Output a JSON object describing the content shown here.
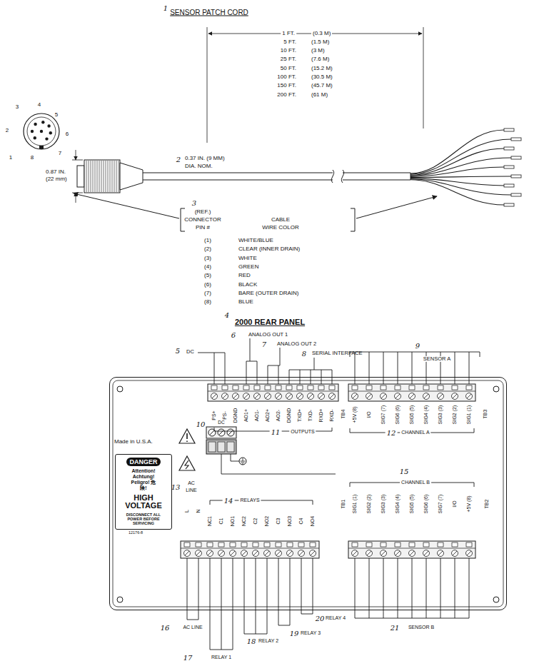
{
  "diagram": {
    "title": "SENSOR PATCH CORD",
    "nodes": [
      {
        "text": [
          "Made in U.S.A."
        ]
      },
      {
        "text": [
          "DANGER",
          "Attention! Achtung! Peligro! 危険!",
          "HIGH VOLTAGE",
          "DISCONNECT ALL POWER BEFORE SERVICING"
        ],
        "in": 0
      }
    ],
    "labels": [
      "1",
      "1 FT.",
      "(0.3 M)",
      "5 FT.",
      "(1.5 M)",
      "10 FT.",
      "(3 M)",
      "25 FT.",
      "(7.6 M)",
      "50 FT.",
      "(15.2 M)",
      "100 FT.",
      "(30.5 M)",
      "150 FT.",
      "(45.7 M)",
      "200 FT.",
      "(61 M)",
      "3",
      "4",
      "2",
      "5",
      "6",
      "1",
      "8",
      "7",
      "2",
      "0.37 IN. (9 MM)",
      "DIA. NOM.",
      "0.87 IN.",
      "(22 mm)",
      "3",
      "(REF.)",
      "CONNECTOR",
      "PIN #",
      "CABLE",
      "WIRE COLOR",
      "(1)",
      "WHITE/BLUE",
      "(2)",
      "CLEAR (INNER DRAIN)",
      "(3)",
      "WHITE",
      "(4)",
      "GREEN",
      "(5)",
      "RED",
      "(6)",
      "BLACK",
      "(7)",
      "BARE (OUTER DRAIN)",
      "(8)",
      "BLUE",
      "4",
      "2000 REAR PANEL",
      "6",
      "ANALOG OUT 1",
      "7",
      "ANALOG OUT 2",
      "5",
      "DC",
      "8",
      "SERIAL INTERFACE",
      "9",
      "SENSOR A",
      "PS+",
      "PS-",
      "DGND",
      "AO1+",
      "AO1-",
      "AO2+",
      "AO2-",
      "DGND",
      "TXD+",
      "TXD-",
      "RXD+",
      "RXD-",
      "TB4",
      "+5V (8)",
      "I/O",
      "SIG7 (7)",
      "SIG6 (6)",
      "SIG5 (5)",
      "SIG4 (4)",
      "SIG3 (3)",
      "SIG2 (2)",
      "SIG1 (1)",
      "TB3",
      "10",
      "DC",
      "11",
      "OUTPUTS",
      "12",
      "CHANNEL A",
      "13",
      "AC",
      "LINE",
      "L",
      "N",
      "14",
      "RELAYS",
      "NC1",
      "C1",
      "NO1",
      "NC2",
      "C2",
      "NO2",
      "C3",
      "NO3",
      "C4",
      "NO4",
      "TB1",
      "15",
      "CHANNEL B",
      "SIG1 (1)",
      "SIG2 (2)",
      "SIG3 (3)",
      "SIG4 (4)",
      "SIG5 (5)",
      "SIG6 (6)",
      "SIG7 (7)",
      "I/O",
      "+5V (8)",
      "TB2",
      "12176-8",
      "16",
      "AC LINE",
      "17",
      "RELAY 1",
      "18",
      "RELAY 2",
      "19",
      "RELAY 3",
      "20",
      "RELAY 4",
      "21",
      "SENSOR B"
    ]
  }
}
